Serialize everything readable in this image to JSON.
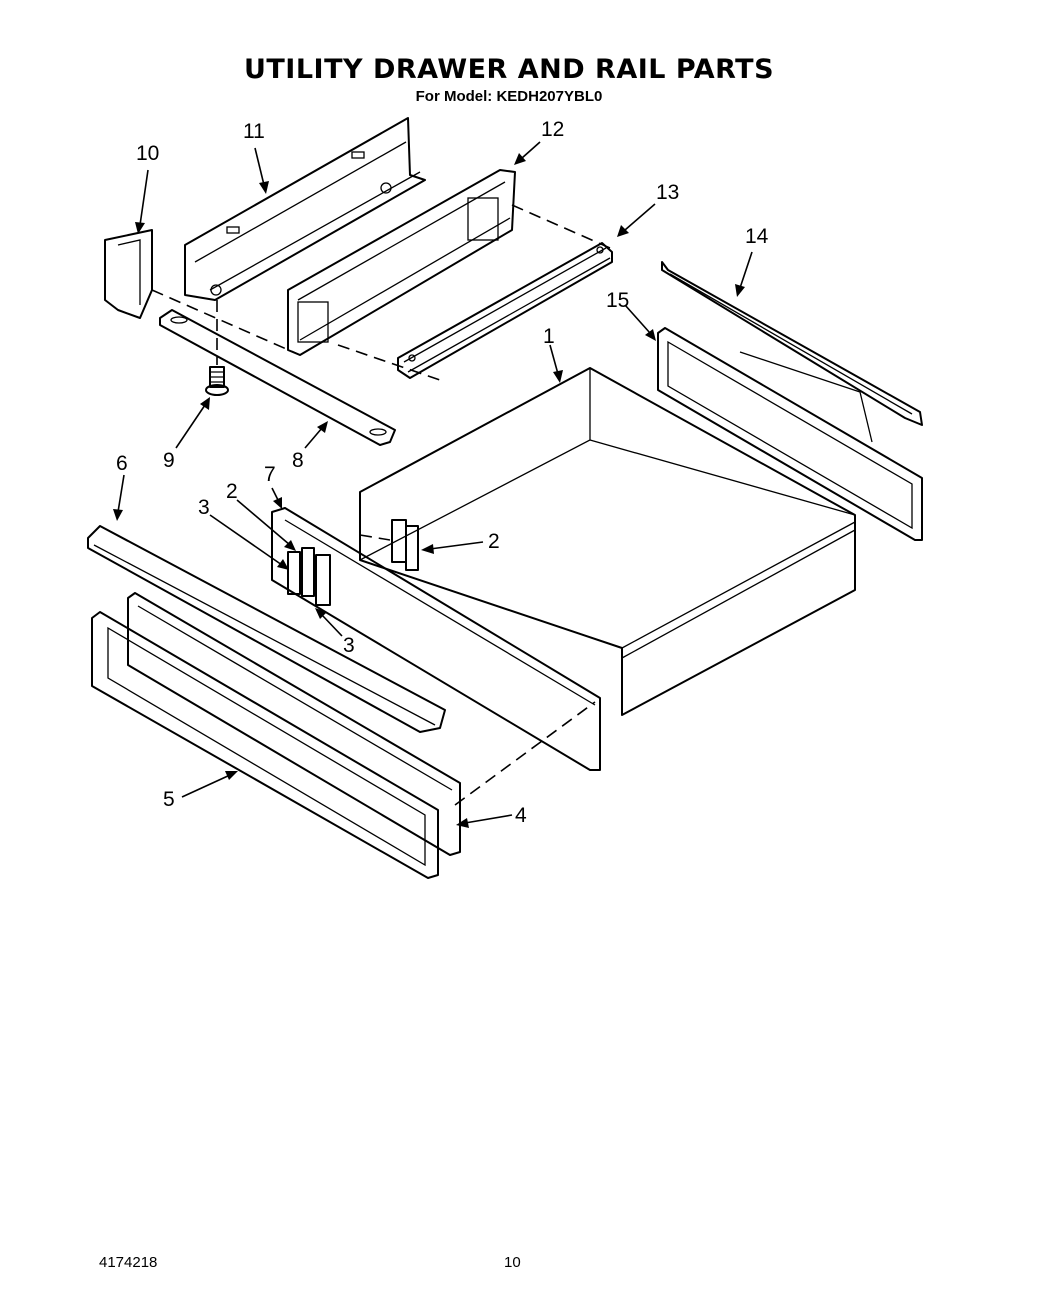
{
  "header": {
    "title": "UTILITY DRAWER AND RAIL PARTS",
    "model_line": "For Model: KEDH207YBL0"
  },
  "callouts": {
    "c1": "1",
    "c2a": "2",
    "c2b": "2",
    "c3a": "3",
    "c3b": "3",
    "c4": "4",
    "c5": "5",
    "c6": "6",
    "c7": "7",
    "c8": "8",
    "c9": "9",
    "c10": "10",
    "c11": "11",
    "c12": "12",
    "c13": "13",
    "c14": "14",
    "c15": "15"
  },
  "footer": {
    "document_number": "4174218",
    "page_number": "10"
  }
}
